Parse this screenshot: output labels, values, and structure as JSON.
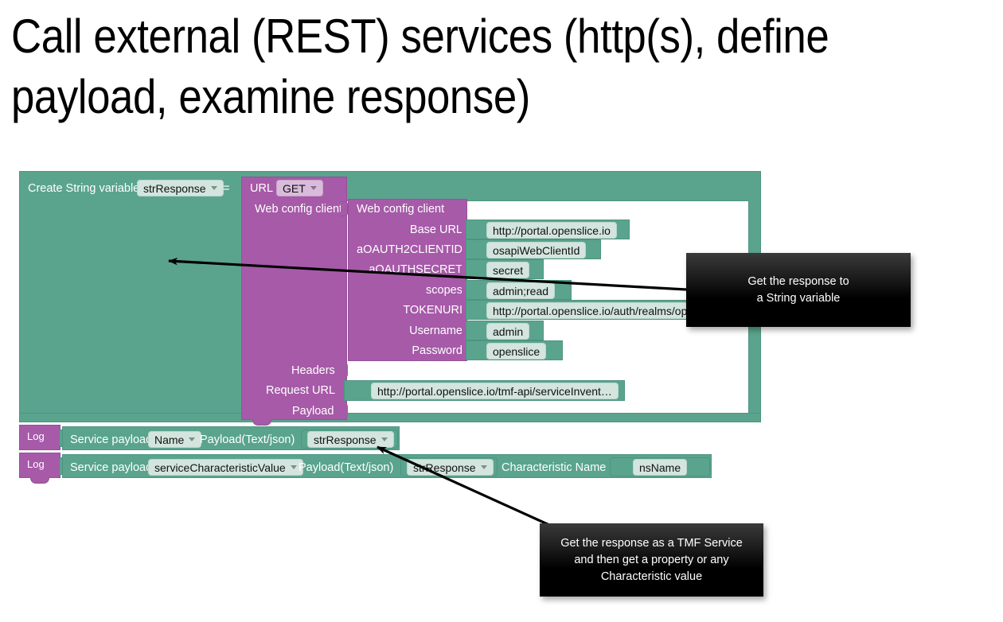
{
  "slide": {
    "title": "Call external (REST) services (http(s), define payload, examine response)"
  },
  "workspace": {
    "outer_block": {
      "label": "Create String variable",
      "variable_field": "strResponse",
      "equals": "=",
      "color": "#5aa48e"
    },
    "url_block": {
      "label": "URL",
      "method_field": "GET",
      "webconfig_socket_label": "Web config client",
      "color": "#a65aa8",
      "rows": [
        {
          "label": "Headers",
          "value": ""
        },
        {
          "label": "Request URL",
          "value": "http://portal.openslice.io/tmf-api/serviceInvent…"
        },
        {
          "label": "Payload",
          "value": ""
        }
      ]
    },
    "webconfig_block": {
      "title": "Web config client",
      "color": "#a65aa8",
      "rows": [
        {
          "label": "Base URL",
          "value": "http://portal.openslice.io"
        },
        {
          "label": "aOAUTH2CLIENTID",
          "value": "osapiWebClientId"
        },
        {
          "label": "aOAUTHSECRET",
          "value": "secret"
        },
        {
          "label": "scopes",
          "value": "admin;read"
        },
        {
          "label": "TOKENURI",
          "value": "http://portal.openslice.io/auth/realms/ope"
        },
        {
          "label": "Username",
          "value": "admin"
        },
        {
          "label": "Password",
          "value": "openslice"
        }
      ]
    },
    "log_rows": [
      {
        "log_label": "Log",
        "service_payload_label": "Service payload",
        "property_field": "Name",
        "payload_label": "Payload(Text/json)",
        "payload_variable": "strResponse",
        "characteristic_label": "",
        "characteristic_value": ""
      },
      {
        "log_label": "Log",
        "service_payload_label": "Service payload",
        "property_field": "serviceCharacteristicValue",
        "payload_label": "Payload(Text/json)",
        "payload_variable": "strResponse",
        "characteristic_label": "Characteristic Name",
        "characteristic_value": "nsName"
      }
    ]
  },
  "callouts": [
    {
      "text": "Get the response to\na String variable"
    },
    {
      "text": "Get the response as a TMF Service\nand then get a property or any\nCharacteristic value"
    }
  ]
}
